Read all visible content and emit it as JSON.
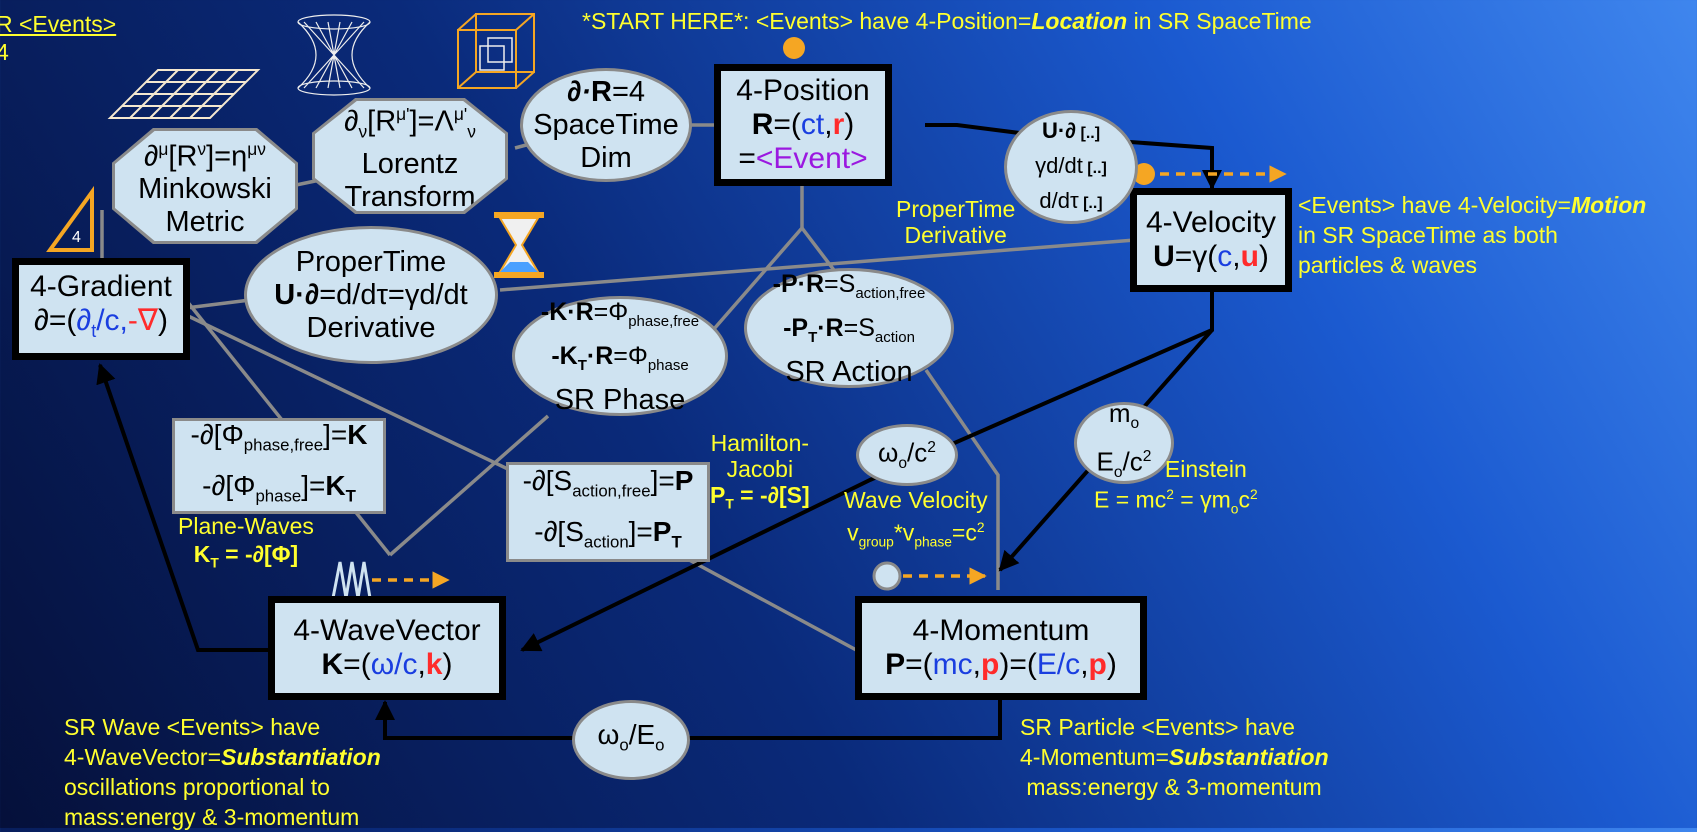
{
  "colors": {
    "accent": "#f5a623",
    "yellow": "#ffff2e",
    "box": "#cfe3f1",
    "line": "#8a8a8a"
  },
  "top_left": {
    "line1": "R <Events>",
    "line2": "4"
  },
  "title": {
    "prefix": "*START HERE*: <Events> have 4-Position=",
    "emph": "Location",
    "suffix": " in SR SpaceTime"
  },
  "position": {
    "title": "4-Position",
    "eq_bold": "R",
    "eq_mid": "=(",
    "ct": "ct",
    ",": ",",
    "r": "r",
    "close": ")",
    "eq2": "=",
    "event": "<Event>"
  },
  "velocity": {
    "title": "4-Velocity",
    "eq_bold": "U",
    "eq_mid": "=γ(",
    "c": "c",
    "u": "u"
  },
  "gradient": {
    "title": "4-Gradient",
    "eq_mid": "∂=(",
    "dt": "∂",
    "t": "t",
    "c": "/c,",
    "nabla": "-∇",
    "close": ")"
  },
  "wavevector": {
    "title": "4-WaveVector",
    "eq_bold": "K",
    "eq_mid": "=(",
    "wc": "ω/c",
    "k": "k"
  },
  "momentum": {
    "title": "4-Momentum",
    "eq_bold": "P",
    "eq_mid": "=(",
    "mc": "mc",
    "p": "p",
    "eq2": ")=(",
    "ec": "E/c"
  },
  "dim": {
    "l1a": "∂·",
    "l1b": "R",
    "l1c": "=4",
    "l2": "SpaceTime",
    "l3": "Dim"
  },
  "lorentz": {
    "l1": "∂",
    "l1sub": "ν",
    "l1b": "[R",
    "l1sup": "μ'",
    "l1c": "]=Λ",
    "l1sup2": "μ'",
    "l1sub2": "ν",
    "l2": "Lorentz",
    "l3": "Transform"
  },
  "minkowski": {
    "l1": "∂",
    "l1sup": "μ",
    "l1b": "[R",
    "l1sup2": "ν",
    "l1c": "]=η",
    "l1sup3": "μν",
    "l2": "Minkowski",
    "l3": "Metric"
  },
  "propertime": {
    "l1": "ProperTime",
    "l2a": "U·∂",
    "l2b": "=d/dτ=γd/dt",
    "l3": "Derivative"
  },
  "udiff": {
    "l1a": "U·∂",
    "l1b": " [..]",
    "l2a": "γd/dt",
    "l2b": " [..]",
    "l3a": "d/dτ",
    "l3b": " [..]"
  },
  "phase": {
    "l1a": "-K·R",
    "l1b": "=Φ",
    "l1sub": "phase,free",
    "l2a": "-K",
    "l2sub": "T",
    "l2b": "·R",
    "l2c": "=Φ",
    "l2sub2": "phase",
    "l3": "SR Phase"
  },
  "action": {
    "l1a": "-P·R",
    "l1b": "=S",
    "l1sub": "action,free",
    "l2a": "-P",
    "l2sub": "T",
    "l2b": "·R",
    "l2c": "=S",
    "l2sub2": "action",
    "l3": "SR Action"
  },
  "phase_rect": {
    "l1a": "-∂[Φ",
    "l1sub": "phase,free",
    "l1b": "]=",
    "l1c": "K",
    "l2a": "-∂[Φ",
    "l2sub": "phase",
    "l2b": "]=",
    "l2c": "K",
    "l2sub2": "T"
  },
  "action_rect": {
    "l1a": "-∂[S",
    "l1sub": "action,free",
    "l1b": "]=",
    "l1c": "P",
    "l2a": "-∂[S",
    "l2sub": "action",
    "l2b": "]=",
    "l2c": "P",
    "l2sub2": "T"
  },
  "omega_c2": {
    "a": "ω",
    "sub": "o",
    "b": "/c",
    "sup": "2"
  },
  "mass": {
    "l1": "m",
    "l1sub": "o",
    "l2": "E",
    "l2sub": "o",
    "l2b": "/c",
    "l2sup": "2"
  },
  "omega_e": {
    "a": "ω",
    "sub": "o",
    "b": "/E",
    "sub2": "o"
  },
  "labels": {
    "propertime_deriv1": "ProperTime",
    "propertime_deriv2": "Derivative",
    "hamilton1": "Hamilton-",
    "hamilton2": "Jacobi",
    "hamilton3a": "P",
    "hamilton3sub": "T",
    "hamilton3b": " = -∂[S]",
    "wavevel1": "Wave Velocity",
    "wavevel2a": "v",
    "wavevel2sub": "group",
    "wavevel2b": "*v",
    "wavevel2sub2": "phase",
    "wavevel2c": "=c",
    "wavevel2sup": "2",
    "einstein1": "Einstein",
    "einstein2a": "E = mc",
    "einstein2sup": "2",
    "einstein2b": " = γm",
    "einstein2sub": "o",
    "einstein2c": "c",
    "einstein2sup2": "2",
    "plane1": "Plane-Waves",
    "plane2a": "K",
    "plane2sub": "T",
    "plane2b": " = -∂[Φ]",
    "vel_desc1a": "<Events> have 4-Velocity=",
    "vel_desc1b": "Motion",
    "vel_desc2": "in SR SpaceTime as both",
    "vel_desc3": "particles & waves",
    "wave_desc1": "SR Wave <Events> have",
    "wave_desc2a": "4-WaveVector=",
    "wave_desc2b": "Substantiation",
    "wave_desc3": "oscillations proportional to",
    "wave_desc4": "mass:energy & 3-momentum",
    "part_desc1": "SR Particle <Events> have",
    "part_desc2a": "4-Momentum=",
    "part_desc2b": "Substantiation",
    "part_desc3": " mass:energy & 3-momentum",
    "triangle_num": "4"
  }
}
